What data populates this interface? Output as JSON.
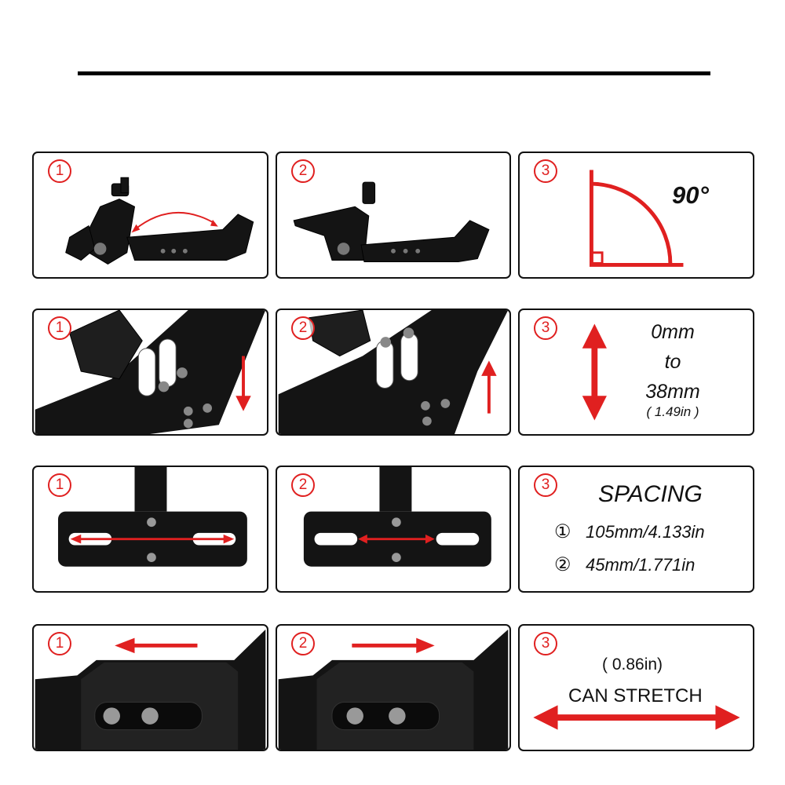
{
  "colors": {
    "accent": "#e02020",
    "metal": "#111111",
    "frame": "#111111"
  },
  "rows": [
    {
      "row": 1,
      "panels": [
        {
          "number": "1",
          "icon": "bracket-fold-photo"
        },
        {
          "number": "2",
          "icon": "bracket-folded-photo"
        },
        {
          "number": "3",
          "icon": "right-angle-icon",
          "angle_label": "90°"
        }
      ]
    },
    {
      "row": 2,
      "panels": [
        {
          "number": "1",
          "icon": "bracket-slot-down-photo"
        },
        {
          "number": "2",
          "icon": "bracket-slot-up-photo"
        },
        {
          "number": "3",
          "icon": "vertical-arrow-icon",
          "range_line1": "0mm",
          "range_line2": "to",
          "range_line3": "38mm",
          "range_inch": "( 1.49in )"
        }
      ]
    },
    {
      "row": 3,
      "panels": [
        {
          "number": "1",
          "icon": "plate-wide-spacing-photo"
        },
        {
          "number": "2",
          "icon": "plate-narrow-spacing-photo"
        },
        {
          "number": "3",
          "title": "SPACING",
          "items": [
            {
              "marker": "①",
              "value": "105mm/4.133in"
            },
            {
              "marker": "②",
              "value": "45mm/1.771in"
            }
          ]
        }
      ]
    },
    {
      "row": 4,
      "panels": [
        {
          "number": "1",
          "icon": "stretch-left-photo"
        },
        {
          "number": "2",
          "icon": "stretch-right-photo"
        },
        {
          "number": "3",
          "stretch_inch": "( 0.86in)",
          "stretch_label": "CAN STRETCH",
          "icon": "horizontal-arrow-icon"
        }
      ]
    }
  ]
}
